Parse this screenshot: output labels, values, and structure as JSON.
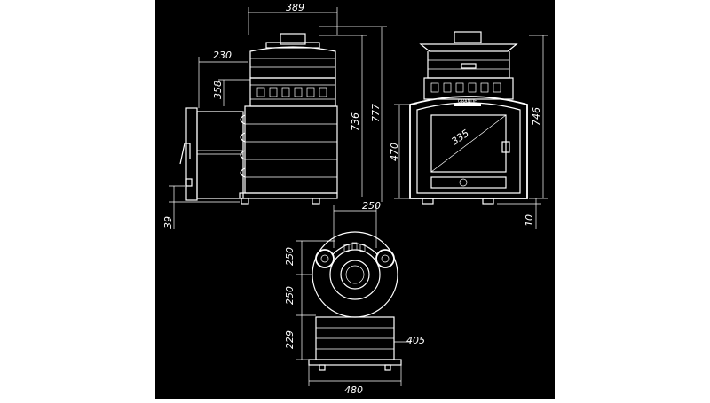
{
  "colors": {
    "background": "#000000",
    "page": "#ffffff",
    "lines": "#ffffff"
  },
  "dimensions": {
    "side_top_width": "389",
    "side_offset_width": "230",
    "side_firebox_height": "358",
    "side_left_low": "39",
    "side_body_height": "736",
    "side_total_height": "777",
    "front_door_height": "470",
    "front_door_diagonal": "335",
    "front_total_height": "746",
    "front_feet_height": "10",
    "plan_top_width": "250",
    "plan_seg_upper": "250",
    "plan_seg_middle": "250",
    "plan_seg_lower": "229",
    "plan_inner_width": "405",
    "plan_bottom_width": "480"
  },
  "labels": {
    "brand": "GRANDE"
  }
}
